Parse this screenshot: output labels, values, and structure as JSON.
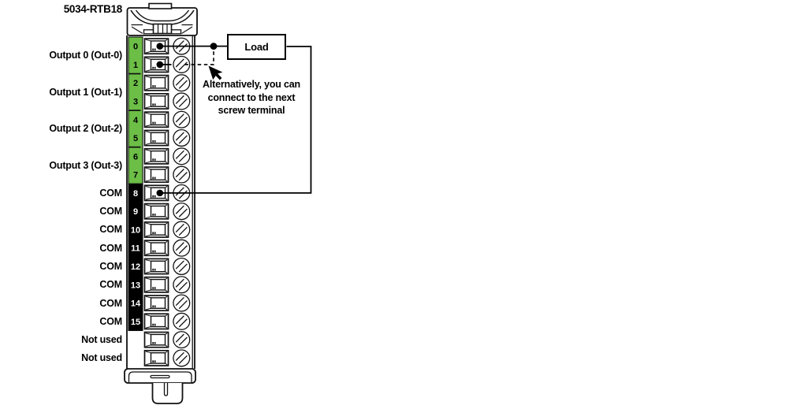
{
  "title": "5034-RTB18",
  "colors": {
    "output_zone_green": "#6CBE46",
    "com_zone_black": "#000000",
    "line": "#111111",
    "number_on_green": "#000000",
    "number_on_black": "#ffffff"
  },
  "load_box": {
    "label": "Load"
  },
  "annotation": {
    "lines": [
      "Alternatively, you can",
      "connect to the next",
      "screw terminal"
    ]
  },
  "terminal_block": {
    "terminals": [
      {
        "num": "0",
        "zone": "output",
        "connected": true
      },
      {
        "num": "1",
        "zone": "output",
        "connected": true
      },
      {
        "num": "2",
        "zone": "output",
        "connected": false
      },
      {
        "num": "3",
        "zone": "output",
        "connected": false
      },
      {
        "num": "4",
        "zone": "output",
        "connected": false
      },
      {
        "num": "5",
        "zone": "output",
        "connected": false
      },
      {
        "num": "6",
        "zone": "output",
        "connected": false
      },
      {
        "num": "7",
        "zone": "output",
        "connected": false
      },
      {
        "num": "8",
        "zone": "com",
        "connected": true
      },
      {
        "num": "9",
        "zone": "com",
        "connected": false
      },
      {
        "num": "10",
        "zone": "com",
        "connected": false
      },
      {
        "num": "11",
        "zone": "com",
        "connected": false
      },
      {
        "num": "12",
        "zone": "com",
        "connected": false
      },
      {
        "num": "13",
        "zone": "com",
        "connected": false
      },
      {
        "num": "14",
        "zone": "com",
        "connected": false
      },
      {
        "num": "15",
        "zone": "com",
        "connected": false
      },
      {
        "num": "",
        "zone": "unused",
        "connected": false
      },
      {
        "num": "",
        "zone": "unused",
        "connected": false
      }
    ],
    "group_separators_after": [
      1,
      3,
      5
    ]
  },
  "labels": [
    {
      "text": "Output 0 (Out-0)",
      "rows": [
        0,
        1
      ]
    },
    {
      "text": "Output 1 (Out-1)",
      "rows": [
        2,
        3
      ]
    },
    {
      "text": "Output 2 (Out-2)",
      "rows": [
        4,
        5
      ]
    },
    {
      "text": "Output 3 (Out-3)",
      "rows": [
        6,
        7
      ]
    },
    {
      "text": "COM",
      "rows": [
        8
      ]
    },
    {
      "text": "COM",
      "rows": [
        9
      ]
    },
    {
      "text": "COM",
      "rows": [
        10
      ]
    },
    {
      "text": "COM",
      "rows": [
        11
      ]
    },
    {
      "text": "COM",
      "rows": [
        12
      ]
    },
    {
      "text": "COM",
      "rows": [
        13
      ]
    },
    {
      "text": "COM",
      "rows": [
        14
      ]
    },
    {
      "text": "COM",
      "rows": [
        15
      ]
    },
    {
      "text": "Not used",
      "rows": [
        16
      ]
    },
    {
      "text": "Not used",
      "rows": [
        17
      ]
    }
  ],
  "wiring": {
    "connections": [
      {
        "from": "Terminal 0",
        "to": "Load",
        "style": "solid"
      },
      {
        "from": "Load",
        "to": "Terminal 8 (COM)",
        "style": "solid"
      },
      {
        "from": "Load junction",
        "to": "Terminal 1",
        "style": "dashed-alternative"
      }
    ]
  }
}
